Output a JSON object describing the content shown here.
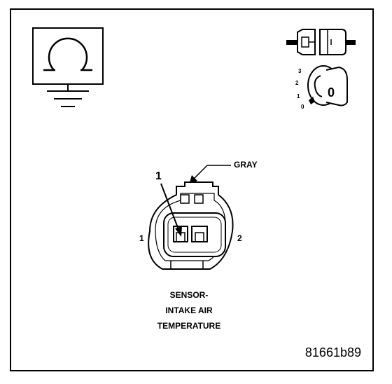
{
  "diagram": {
    "wire_color": "GRAY",
    "callout_number": "1",
    "pins": {
      "left": "1",
      "right": "2"
    },
    "caption_lines": [
      "SENSOR-",
      "INTAKE AIR",
      "TEMPERATURE"
    ],
    "figure_id": "81661b89",
    "switch_positions": [
      "3",
      "2",
      "1",
      "0"
    ],
    "switch_key_label": "0",
    "icons": [
      "ohmmeter-ground-icon",
      "connector-icon",
      "ignition-switch-icon"
    ],
    "line_color": "#000000"
  }
}
